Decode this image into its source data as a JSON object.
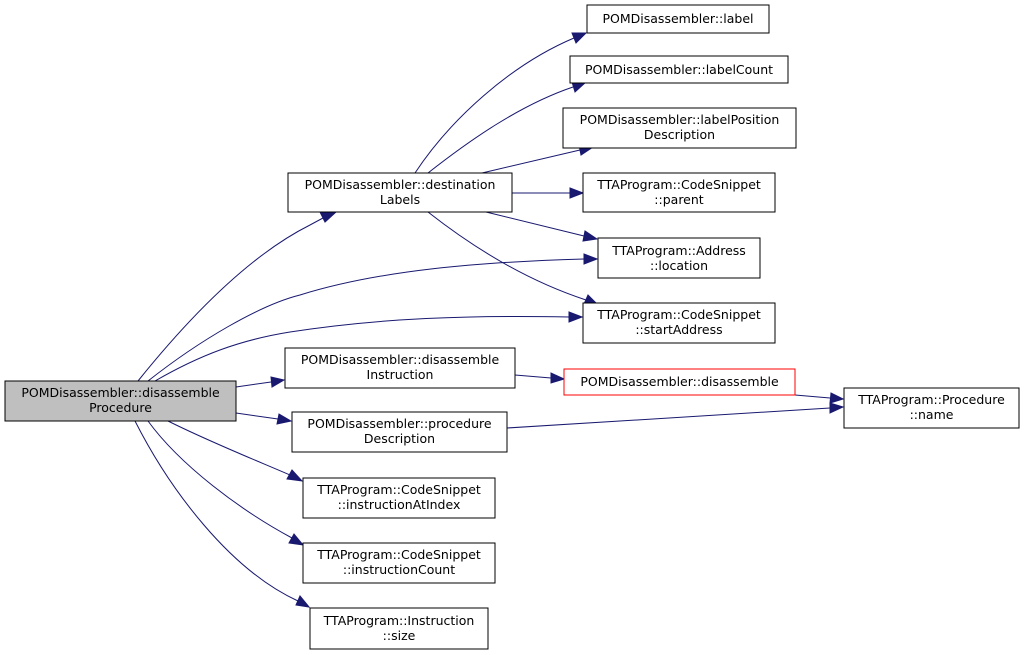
{
  "colors": {
    "edge": "#191970",
    "root_fill": "#bfbfbf",
    "highlight_border": "#ff0000"
  },
  "nodes": {
    "disassembleProcedure": [
      "POMDisassembler::disassemble",
      "Procedure"
    ],
    "destinationLabels": [
      "POMDisassembler::destination",
      "Labels"
    ],
    "label": [
      "POMDisassembler::label"
    ],
    "labelCount": [
      "POMDisassembler::labelCount"
    ],
    "labelPositionDescription": [
      "POMDisassembler::labelPosition",
      "Description"
    ],
    "parent": [
      "TTAProgram::CodeSnippet",
      "::parent"
    ],
    "location": [
      "TTAProgram::Address",
      "::location"
    ],
    "startAddress": [
      "TTAProgram::CodeSnippet",
      "::startAddress"
    ],
    "disassembleInstruction": [
      "POMDisassembler::disassemble",
      "Instruction"
    ],
    "disassemble": [
      "POMDisassembler::disassemble"
    ],
    "procedureName": [
      "TTAProgram::Procedure",
      "::name"
    ],
    "procedureDescription": [
      "POMDisassembler::procedure",
      "Description"
    ],
    "instructionAtIndex": [
      "TTAProgram::CodeSnippet",
      "::instructionAtIndex"
    ],
    "instructionCount": [
      "TTAProgram::CodeSnippet",
      "::instructionCount"
    ],
    "instructionSize": [
      "TTAProgram::Instruction",
      "::size"
    ]
  }
}
